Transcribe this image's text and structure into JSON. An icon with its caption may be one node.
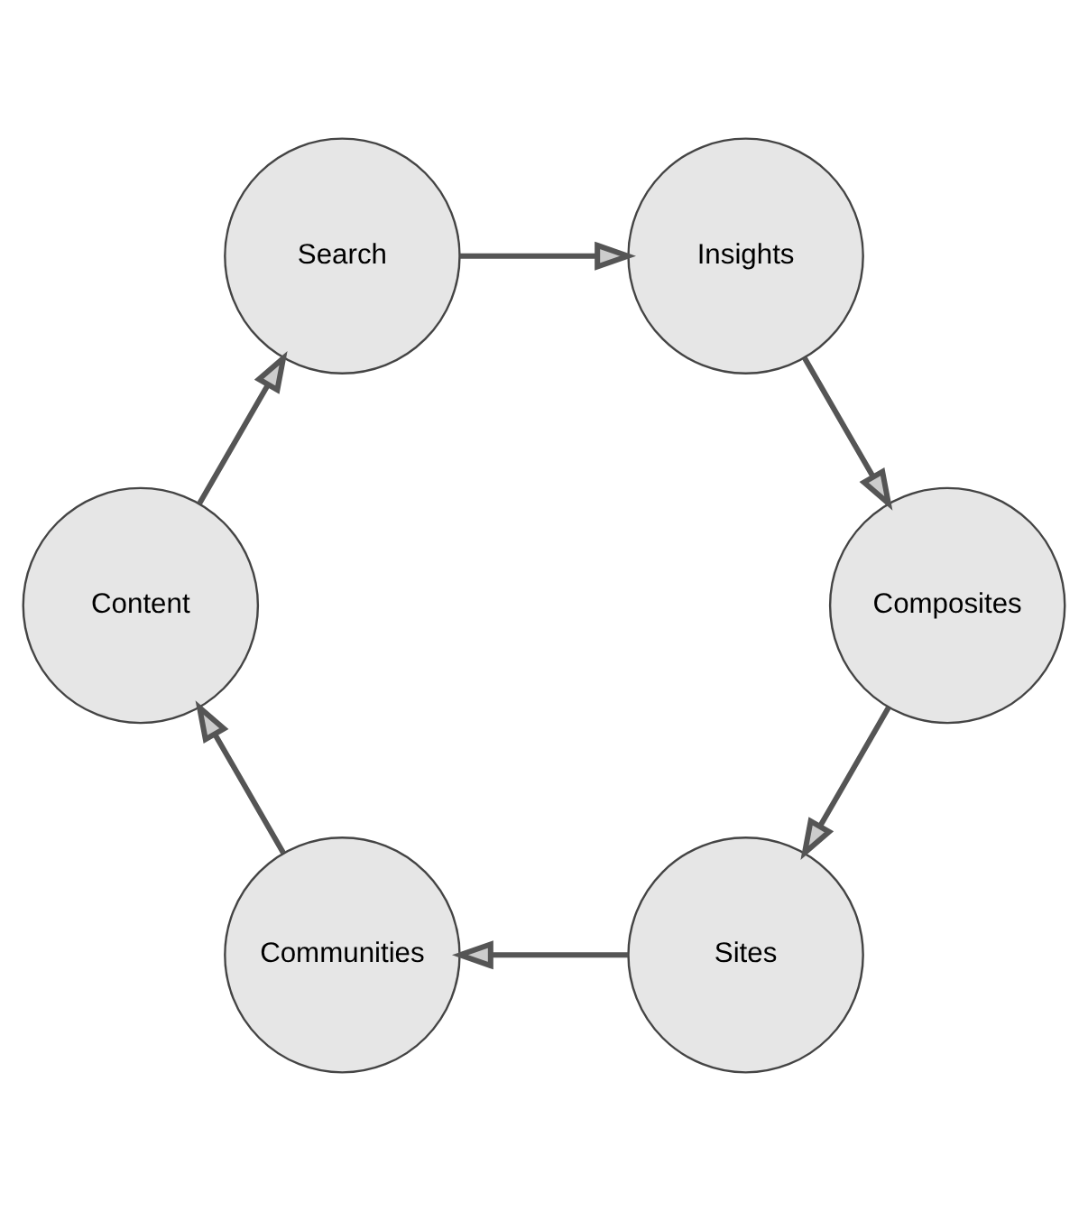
{
  "diagram": {
    "nodes": [
      {
        "text": [
          "Sites"
        ]
      },
      {
        "text": [
          "Communities"
        ]
      },
      {
        "text": [
          "Content"
        ]
      },
      {
        "text": [
          "Search"
        ]
      },
      {
        "text": [
          "Insights"
        ]
      },
      {
        "text": [
          "Composites"
        ]
      }
    ],
    "edges": [
      {
        "from": 0,
        "to": 1,
        "arrow": "to"
      },
      {
        "from": 1,
        "to": 2,
        "arrow": "to"
      },
      {
        "from": 2,
        "to": 3,
        "arrow": "to"
      },
      {
        "from": 3,
        "to": 4,
        "arrow": "to"
      },
      {
        "from": 4,
        "to": 5,
        "arrow": "to"
      },
      {
        "from": 5,
        "to": 0,
        "arrow": "to"
      }
    ]
  }
}
